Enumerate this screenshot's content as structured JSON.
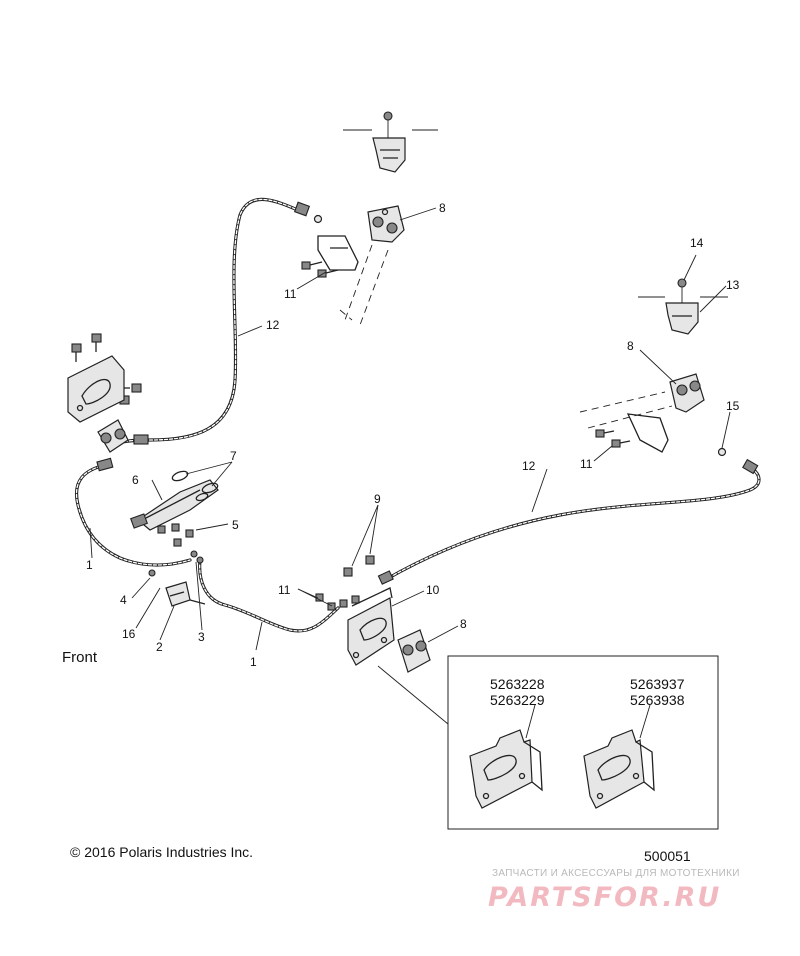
{
  "front_label": "Front",
  "copyright": "© 2016 Polaris Industries Inc.",
  "figure_number": "500051",
  "watermark": {
    "tagline": "ЗАПЧАСТИ И АКСЕССУАРЫ ДЛЯ МОТОТЕХНИКИ",
    "logo": "PARTSFOR.RU"
  },
  "inset": {
    "left_part_numbers": [
      "5263228",
      "5263229"
    ],
    "right_part_numbers": [
      "5263937",
      "5263938"
    ]
  },
  "callouts": {
    "c1a": "1",
    "c1b": "1",
    "c2": "2",
    "c3": "3",
    "c4": "4",
    "c5": "5",
    "c6": "6",
    "c7": "7",
    "c8a": "8",
    "c8b": "8",
    "c8c": "8",
    "c9": "9",
    "c10": "10",
    "c11a": "11",
    "c11b": "11",
    "c11c": "11",
    "c12a": "12",
    "c12b": "12",
    "c13": "13",
    "c14": "14",
    "c15": "15",
    "c16": "16"
  }
}
